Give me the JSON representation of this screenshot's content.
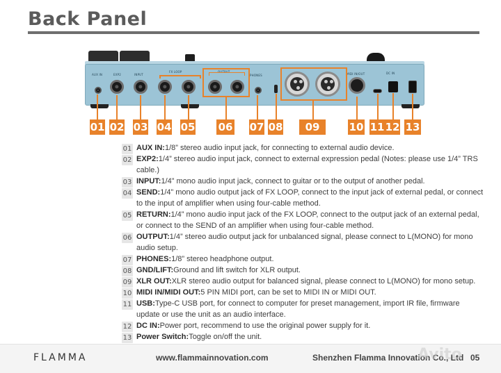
{
  "header": {
    "title": "Back Panel"
  },
  "device": {
    "labels": [
      "AUX IN",
      "EXP2",
      "INPUT",
      "FX LOOP",
      "OUTPUT",
      "PHONES",
      "MIDI IN/OUT",
      "DC IN"
    ]
  },
  "badges": [
    "01",
    "02",
    "03",
    "04",
    "05",
    "06",
    "07",
    "08",
    "09",
    "10",
    "11",
    "12",
    "13"
  ],
  "specs": [
    {
      "num": "01",
      "name": "AUX IN:",
      "desc": "1/8” stereo audio input jack, for connecting to external audio device."
    },
    {
      "num": "02",
      "name": "EXP2:",
      "desc": "1/4” stereo audio input jack, connect to external expression pedal (Notes: please use 1/4” TRS cable.)"
    },
    {
      "num": "03",
      "name": "INPUT:",
      "desc": "1/4” mono audio input jack, connect to guitar or to the output of another pedal."
    },
    {
      "num": "04",
      "name": "SEND:",
      "desc": "1/4” mono audio output jack of FX LOOP, connect to the input jack of external pedal, or connect to the input of amplifier when using four-cable method."
    },
    {
      "num": "05",
      "name": "RETURN:",
      "desc": "1/4” mono audio input jack of the FX LOOP, connect to the output jack of an external pedal, or connect to the SEND of an amplifier when using four-cable method."
    },
    {
      "num": "06",
      "name": "OUTPUT:",
      "desc": "1/4” stereo audio output jack for unbalanced signal, please connect to L(MONO) for mono audio setup."
    },
    {
      "num": "07",
      "name": "PHONES:",
      "desc": "1/8” stereo headphone output."
    },
    {
      "num": "08",
      "name": "GND/LIFT:",
      "desc": "Ground and lift switch for XLR output."
    },
    {
      "num": "09",
      "name": "XLR OUT:",
      "desc": "XLR stereo audio output for balanced signal, please connect to L(MONO) for mono setup."
    },
    {
      "num": "10",
      "name": "MIDI IN/MIDI OUT:",
      "desc": "5 PIN MIDI port, can be set to MIDI IN or MIDI OUT."
    },
    {
      "num": "11",
      "name": "USB:",
      "desc": "Type-C USB port, for connect to computer for preset management, import IR file, firmware update or use the unit as an audio interface."
    },
    {
      "num": "12",
      "name": "DC IN:",
      "desc": "Power port, recommend to use the original power supply for it."
    },
    {
      "num": "13",
      "name": "Power Switch:",
      "desc": "Toggle on/off the unit."
    }
  ],
  "footer": {
    "brand": "FLAMMA",
    "website": "www.flammainnovation.com",
    "company": "Shenzhen Flamma Innovation Co., Ltd",
    "page": "05",
    "watermark": "Avito"
  },
  "colors": {
    "accent": "#e8822a",
    "device": "#9cc4d6"
  }
}
